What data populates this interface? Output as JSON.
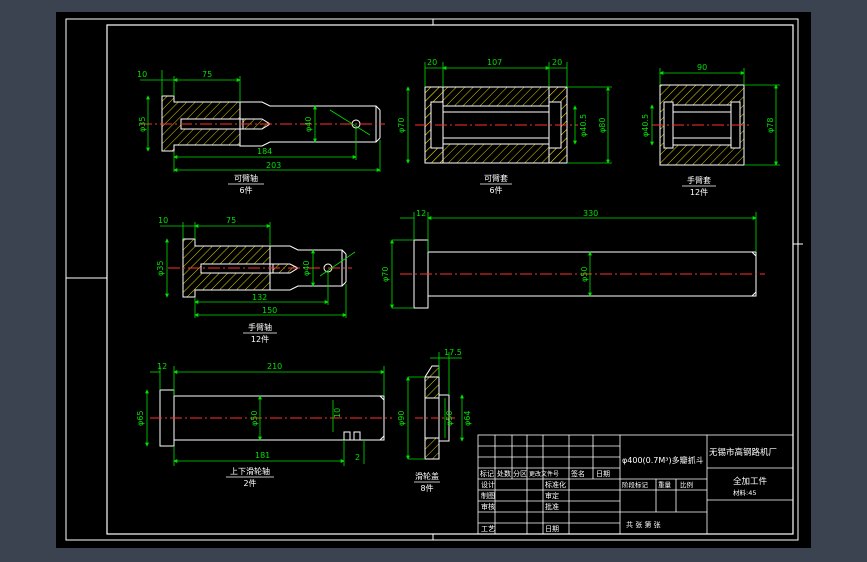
{
  "colors": {
    "background": "#3b4350",
    "paper": "#000000",
    "outline": "#ffffff",
    "dimension": "#00e000",
    "centerline": "#ff3030",
    "hatch": "#e0d000",
    "table_text": "#ffffff"
  },
  "parts": [
    {
      "name": "可臂轴",
      "qty": "6件"
    },
    {
      "name": "可臂套",
      "qty": "6件"
    },
    {
      "name": "手臂套",
      "qty": "12件"
    },
    {
      "name": "手臂轴",
      "qty": "12件"
    },
    {
      "name": "上下滑轮轴",
      "qty": "2件"
    },
    {
      "name": "滑轮盖",
      "qty": "8件"
    }
  ],
  "dimensions": {
    "d1_10": "10",
    "d1_75": "75",
    "d1_184": "184",
    "d1_203": "203",
    "d1_dia35": "φ35",
    "d1_dia40": "φ40",
    "d2_20a": "20",
    "d2_107": "107",
    "d2_20b": "20",
    "d2_dia70": "φ70",
    "d2_dia40_5": "φ40.5",
    "d2_dia80": "φ80",
    "d3_90": "90",
    "d3_dia40_5": "φ40.5",
    "d3_dia78": "φ78",
    "d4_10": "10",
    "d4_75": "75",
    "d4_132": "132",
    "d4_150": "150",
    "d4_dia35": "φ35",
    "d4_dia40": "φ40",
    "d5_12": "12",
    "d5_330": "330",
    "d5_dia70": "φ70",
    "d5_dia50": "φ50",
    "d6_12": "12",
    "d6_210": "210",
    "d6_181": "181",
    "d6_10": "10",
    "d6_2": "2",
    "d6_dia65": "φ65",
    "d6_dia50": "φ50",
    "d7_17_5": "17.5",
    "d7_dia90": "φ90",
    "d7_dia50": "φ50",
    "d7_dia64": "φ64"
  },
  "title_block": {
    "drawing_title": "φ400(0.7M³)多瓣抓斗",
    "company": "无锡市高钢路机厂",
    "assembly_name": "全加工件",
    "material": "材料:45",
    "header_cells": [
      "标记",
      "处数",
      "分区",
      "更改文件号",
      "签名",
      "日期"
    ],
    "left_labels": [
      "设计",
      "制图",
      "审核",
      "工艺"
    ],
    "mid_labels": [
      "标准化",
      "审定",
      "批准",
      "日期"
    ],
    "stage_labels": [
      "阶段标记",
      "重量",
      "比例"
    ],
    "sheet_text": "共  张  第  张"
  }
}
